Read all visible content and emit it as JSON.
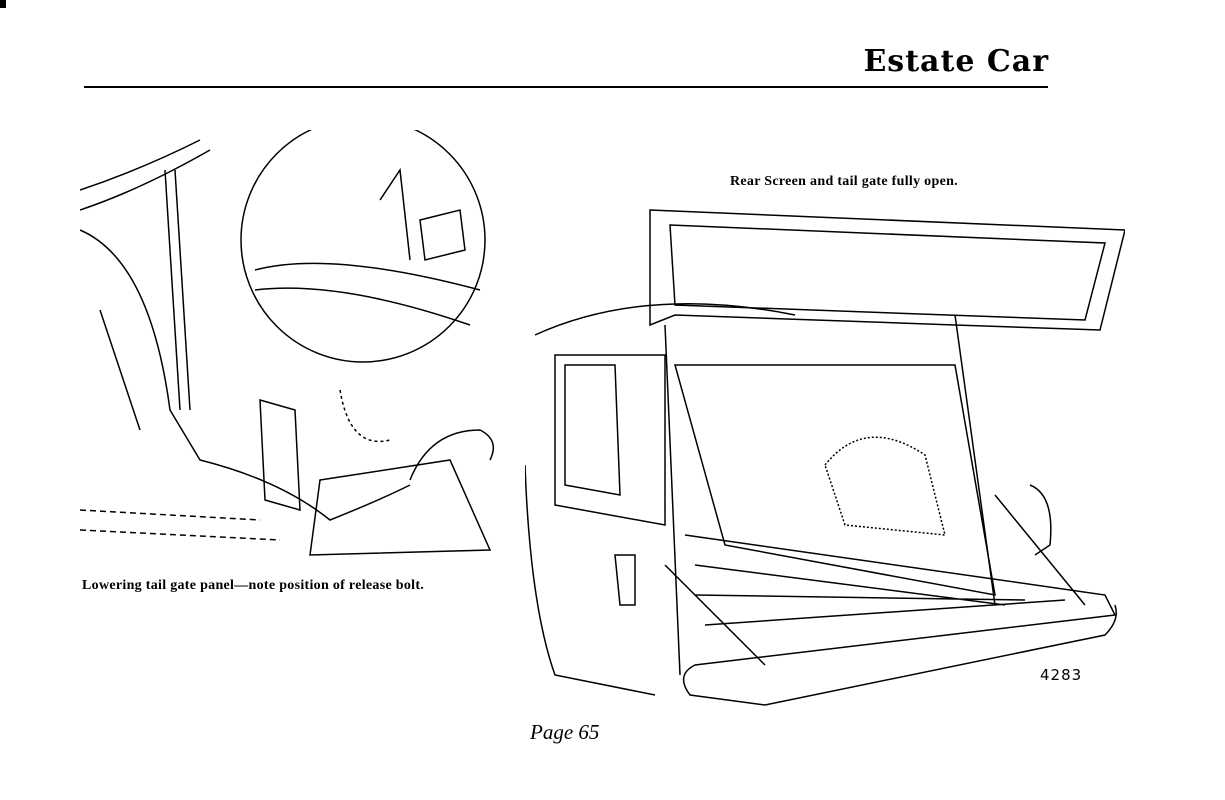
{
  "header": {
    "title": "Estate Car"
  },
  "figures": [
    {
      "caption": "Lowering tail gate panel—note position of release bolt."
    },
    {
      "caption": "Rear Screen and tail gate fully open.",
      "figure_number": "4283"
    }
  ],
  "footer": {
    "page_label": "Page 65"
  }
}
